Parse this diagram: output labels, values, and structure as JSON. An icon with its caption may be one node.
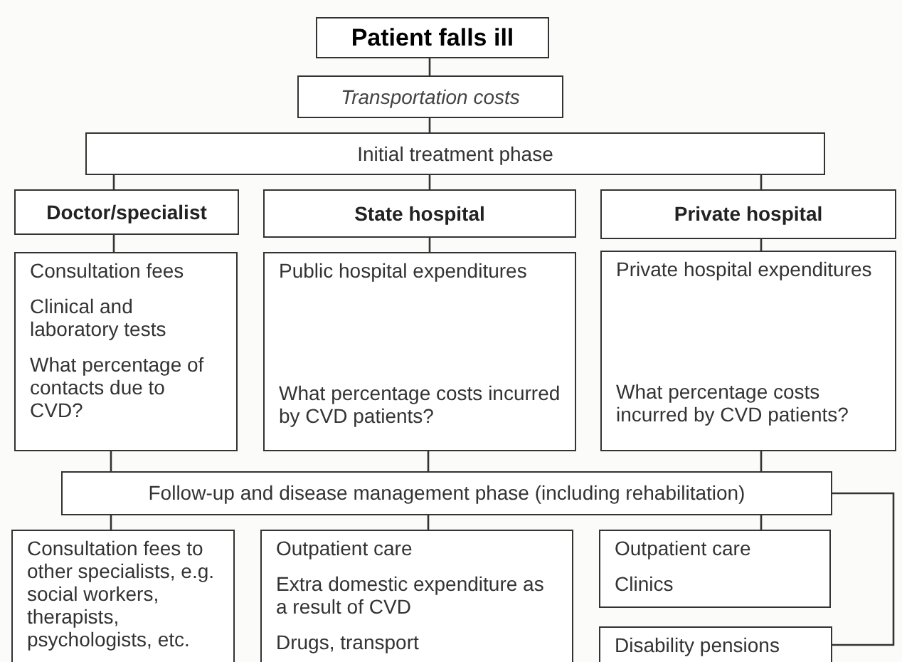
{
  "diagram": {
    "nodes": [
      {
        "text": [
          "Patient falls ill"
        ]
      },
      {
        "text": [
          "Transportation costs"
        ]
      },
      {
        "text": [
          "Initial treatment phase"
        ]
      },
      {
        "text": [
          "Doctor/specialist"
        ]
      },
      {
        "text": [
          "State hospital"
        ]
      },
      {
        "text": [
          "Private hospital"
        ]
      },
      {
        "text": [
          "Consultation fees",
          "Clinical and laboratory tests",
          "What percentage of contacts due to CVD?"
        ]
      },
      {
        "text": [
          "Public hospital expenditures",
          "What percentage costs incurred by CVD patients?"
        ]
      },
      {
        "text": [
          "Private hospital expenditures",
          "What percentage costs incurred by CVD patients?"
        ]
      },
      {
        "text": [
          "Follow-up and disease management phase (including rehabilitation)"
        ]
      },
      {
        "text": [
          "Consultation fees to other specialists, e.g. social workers, therapists, psychologists, etc."
        ]
      },
      {
        "text": [
          "Outpatient care",
          "Extra domestic expenditure as a result of CVD",
          "Drugs, transport"
        ]
      },
      {
        "text": [
          "Outpatient care",
          "Clinics"
        ]
      },
      {
        "text": [
          "Disability pensions"
        ]
      }
    ],
    "edges": [
      {
        "from": 0,
        "to": 1,
        "arrow": "none"
      },
      {
        "from": 1,
        "to": 2,
        "arrow": "none"
      },
      {
        "from": 2,
        "to": 3,
        "arrow": "none"
      },
      {
        "from": 2,
        "to": 4,
        "arrow": "none"
      },
      {
        "from": 2,
        "to": 5,
        "arrow": "none"
      },
      {
        "from": 3,
        "to": 6,
        "arrow": "none"
      },
      {
        "from": 4,
        "to": 7,
        "arrow": "none"
      },
      {
        "from": 5,
        "to": 8,
        "arrow": "none"
      },
      {
        "from": 6,
        "to": 9,
        "arrow": "none"
      },
      {
        "from": 7,
        "to": 9,
        "arrow": "none"
      },
      {
        "from": 8,
        "to": 9,
        "arrow": "none"
      },
      {
        "from": 9,
        "to": 10,
        "arrow": "none"
      },
      {
        "from": 9,
        "to": 11,
        "arrow": "none"
      },
      {
        "from": 9,
        "to": 12,
        "arrow": "none"
      },
      {
        "from": 9,
        "to": 13,
        "arrow": "none"
      }
    ]
  }
}
